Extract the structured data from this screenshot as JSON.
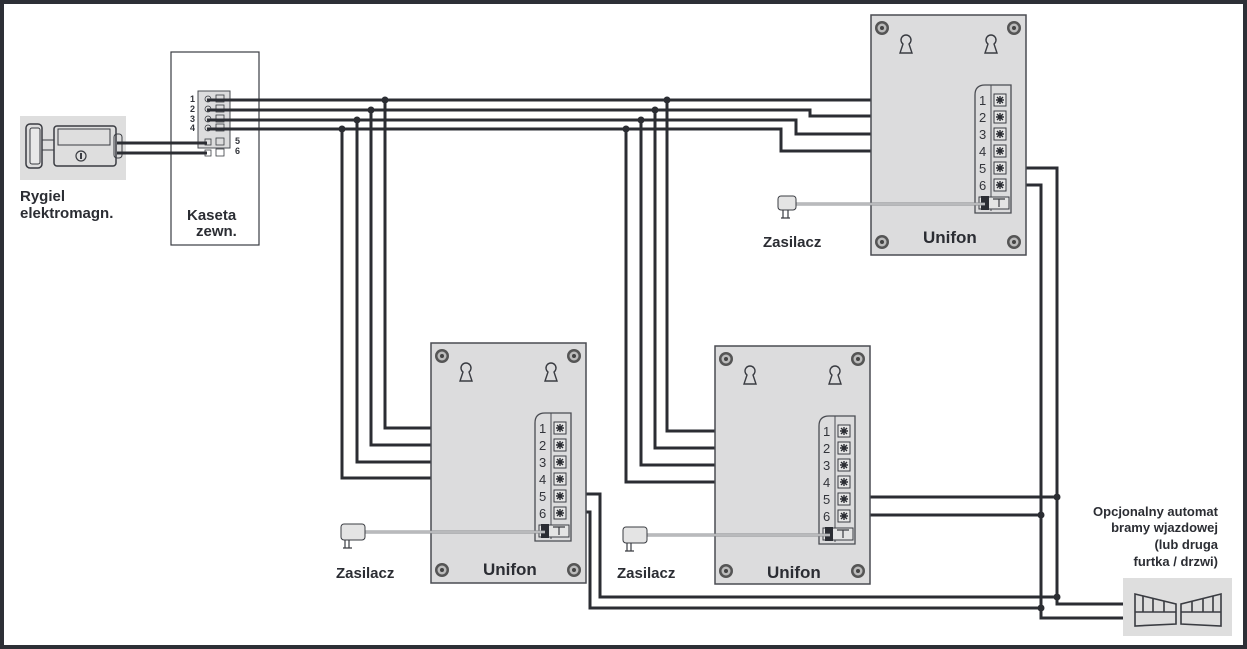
{
  "title": "Schemat podłączenia unifonów",
  "colors": {
    "frame": "#2d2f36",
    "wire": "#2b2d33",
    "panel": "#dcdcdd",
    "device_bg": "#dedede"
  },
  "lock": {
    "label_line1": "Rygiel",
    "label_line2": "elektromagn.",
    "icon": "electromagnetic-lock-icon"
  },
  "outdoor_station": {
    "label_line1": "Kaseta",
    "label_line2": "zewn.",
    "terminals": [
      "1",
      "2",
      "3",
      "4",
      "5",
      "6"
    ]
  },
  "intercoms": [
    {
      "id": "top",
      "label": "Unifon",
      "power_label": "Zasilacz",
      "terminals": [
        "1",
        "2",
        "3",
        "4",
        "5",
        "6"
      ]
    },
    {
      "id": "left",
      "label": "Unifon",
      "power_label": "Zasilacz",
      "terminals": [
        "1",
        "2",
        "3",
        "4",
        "5",
        "6"
      ]
    },
    {
      "id": "middle",
      "label": "Unifon",
      "power_label": "Zasilacz",
      "terminals": [
        "1",
        "2",
        "3",
        "4",
        "5",
        "6"
      ]
    }
  ],
  "gate": {
    "label_lines": [
      "Opcjonalny automat",
      "bramy wjazdowej",
      "(lub druga",
      "furtka / drzwi)"
    ],
    "icon": "gate-icon"
  }
}
